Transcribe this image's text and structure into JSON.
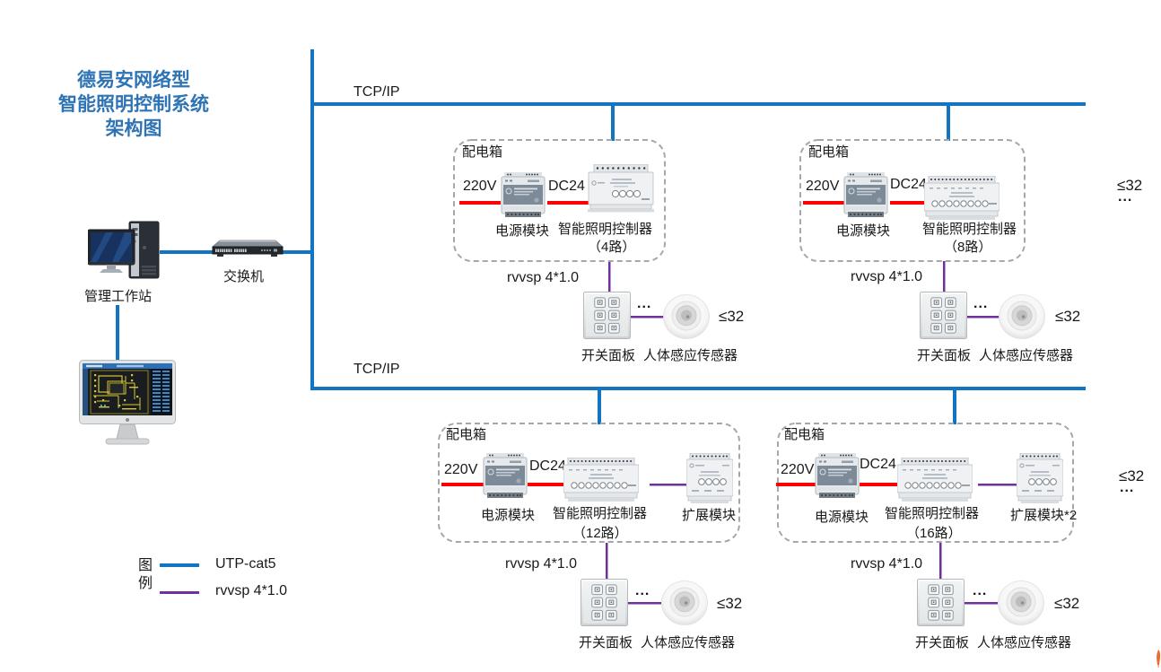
{
  "colors": {
    "bus": "#1275c4",
    "wire": "#7030a0",
    "power": "#ff0000",
    "title": "#2e74b5"
  },
  "title": {
    "lines": [
      "德易安网络型",
      "智能照明控制系统",
      "架构图"
    ]
  },
  "network": {
    "tcpip_top": "TCP/IP",
    "tcpip_bottom": "TCP/IP"
  },
  "workstation": {
    "label": "管理工作站"
  },
  "switch": {
    "label": "交换机"
  },
  "legend": {
    "heading": "图例",
    "items": [
      {
        "label": "UTP-cat5"
      },
      {
        "label": "rvvsp 4*1.0"
      }
    ]
  },
  "boxes": [
    {
      "title": "配电箱",
      "input": "220V",
      "output": "DC24",
      "power_label": "电源模块",
      "controller_label": "智能照明控制器",
      "channels": "（4路）"
    },
    {
      "title": "配电箱",
      "input": "220V",
      "output": "DC24",
      "power_label": "电源模块",
      "controller_label": "智能照明控制器",
      "channels": "（8路）"
    },
    {
      "title": "配电箱",
      "input": "220V",
      "output": "DC24",
      "power_label": "电源模块",
      "controller_label": "智能照明控制器",
      "channels": "（12路）",
      "expansion_label": "扩展模块"
    },
    {
      "title": "配电箱",
      "input": "220V",
      "output": "DC24",
      "power_label": "电源模块",
      "controller_label": "智能照明控制器",
      "channels": "（16路）",
      "expansion_label": "扩展模块*2"
    }
  ],
  "groups": [
    {
      "cable": "rvvsp 4*1.0",
      "dots": "...",
      "keypad_label": "开关面板",
      "sensor_label": "人体感应传感器",
      "limit": "≤32"
    },
    {
      "cable": "rvvsp 4*1.0",
      "dots": "...",
      "keypad_label": "开关面板",
      "sensor_label": "人体感应传感器",
      "limit": "≤32"
    },
    {
      "cable": "rvvsp 4*1.0",
      "dots": "...",
      "keypad_label": "开关面板",
      "sensor_label": "人体感应传感器",
      "limit": "≤32"
    },
    {
      "cable": "rvvsp 4*1.0",
      "dots": "...",
      "keypad_label": "开关面板",
      "sensor_label": "人体感应传感器",
      "limit": "≤32"
    }
  ],
  "branches": [
    {
      "limit": "≤32",
      "dots": "..."
    },
    {
      "limit": "≤32",
      "dots": "..."
    }
  ]
}
